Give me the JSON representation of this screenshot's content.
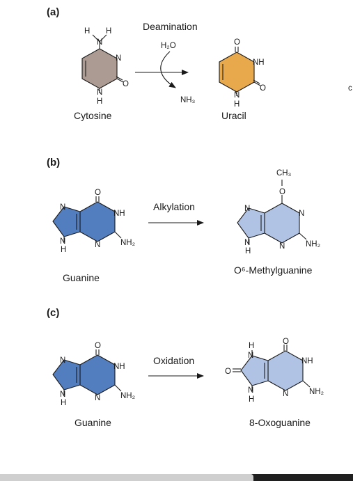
{
  "panels": {
    "a": {
      "label": "(a)",
      "process": "Deamination",
      "reactant_above": "H₂O",
      "product_below": "NH₃",
      "left": {
        "name": "Cytosine",
        "color": "#ab9b92"
      },
      "right": {
        "name": "Uracil",
        "color": "#e8a84c"
      }
    },
    "b": {
      "label": "(b)",
      "process": "Alkylation",
      "left": {
        "name": "Guanine",
        "color": "#527dbf"
      },
      "right": {
        "name": "O⁶-Methylguanine",
        "color": "#b1c3e5"
      }
    },
    "c": {
      "label": "(c)",
      "process": "Oxidation",
      "left": {
        "name": "Guanine",
        "color": "#527dbf"
      },
      "right": {
        "name": "8-Oxoguanine",
        "color": "#b1c3e5"
      }
    }
  },
  "atoms": {
    "N": "N",
    "H": "H",
    "O": "O",
    "NH": "NH",
    "NH2": "NH₂",
    "CH3": "CH₃"
  },
  "edge": {
    "letter": "c"
  }
}
